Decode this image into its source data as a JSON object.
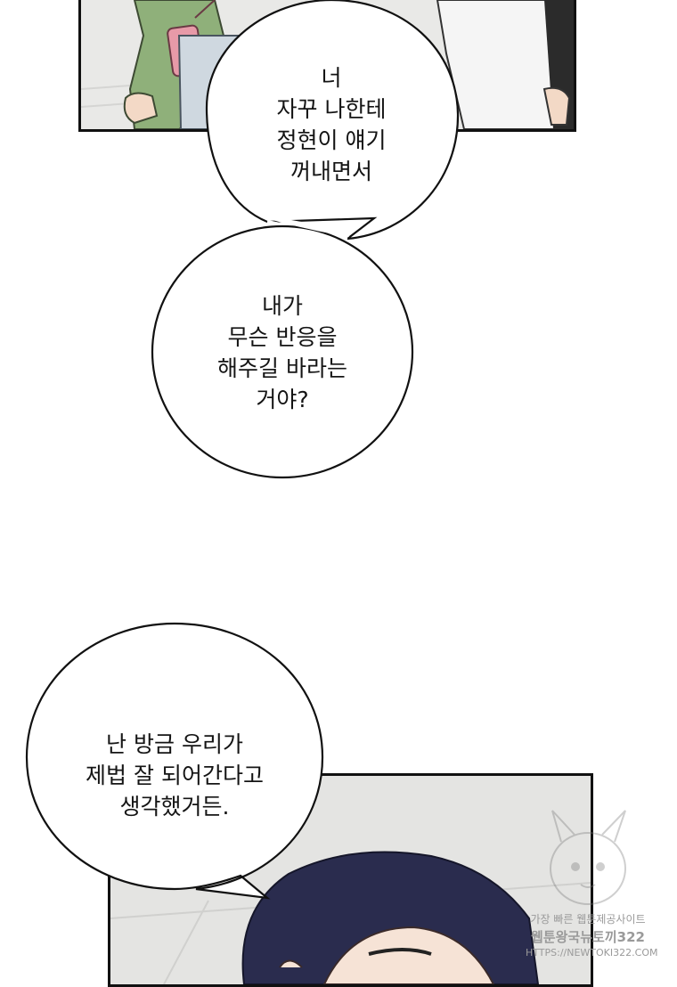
{
  "bubbles": {
    "first": {
      "line1": "너",
      "line2": "자꾸 나한테",
      "line3": "정현이 얘기",
      "line4": "꺼내면서"
    },
    "second": {
      "line1": "내가",
      "line2": "무슨 반응을",
      "line3": "해주길 바라는",
      "line4": "거야?"
    },
    "third": {
      "line1": "난 방금 우리가",
      "line2": "제법 잘 되어간다고",
      "line3": "생각했거든."
    }
  },
  "watermark": {
    "line1": "가장 빠른 웹툰제공사이트",
    "line2": "웹툰왕국뉴토끼322",
    "line3": "HTTPS://NEWTOKI322.COM"
  },
  "colors": {
    "panel_border": "#111111",
    "bubble_fill": "#ffffff",
    "jacket_green": "#8fb07a",
    "bag_pink": "#e79aa8",
    "hair_navy": "#2a2c4e",
    "floor_gray": "#e4e4e2"
  }
}
